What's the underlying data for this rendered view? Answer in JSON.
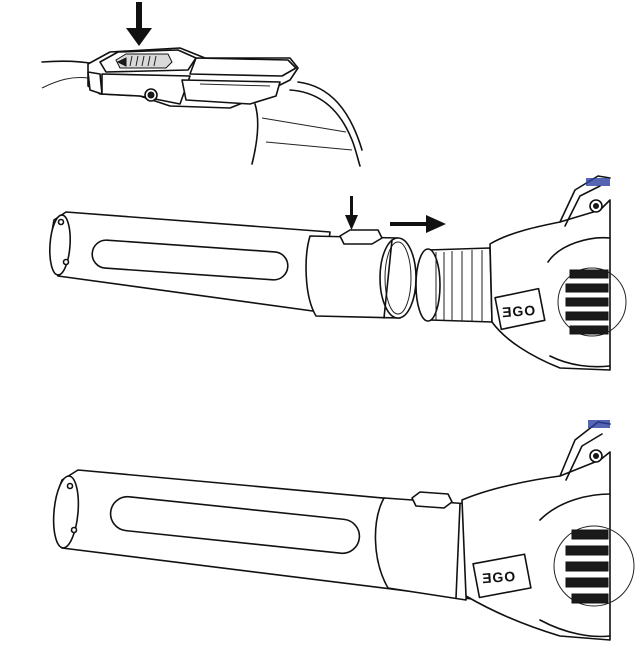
{
  "steps": [
    {
      "id": "press-latch",
      "arrow": "down"
    },
    {
      "id": "remove-tube",
      "arrow": "right",
      "brand_mark": "ƎGO"
    },
    {
      "id": "assembled",
      "brand_mark": "ƎGO"
    }
  ],
  "colors": {
    "line": "#111111",
    "fill": "#ffffff",
    "accent": "#2a3f9e"
  }
}
